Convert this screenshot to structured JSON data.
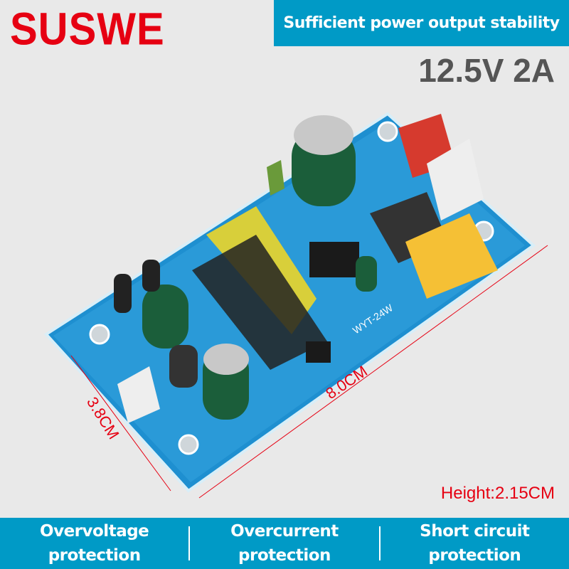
{
  "brand": "SUSWE",
  "tagline": "Sufficient power output stability",
  "spec": "12.5V 2A",
  "dimensions": {
    "width": "3.8CM",
    "length": "8.0CM",
    "height": "Height:2.15CM"
  },
  "board_label": "WYT-24W",
  "features": [
    {
      "line1": "Overvoltage",
      "line2": "protection"
    },
    {
      "line1": "Overcurrent",
      "line2": "protection"
    },
    {
      "line1": "Short circuit",
      "line2": "protection"
    }
  ],
  "colors": {
    "accent": "#009ac6",
    "brand": "#e60012",
    "board": "#1e8fd0",
    "background": "#e9e9e9"
  }
}
